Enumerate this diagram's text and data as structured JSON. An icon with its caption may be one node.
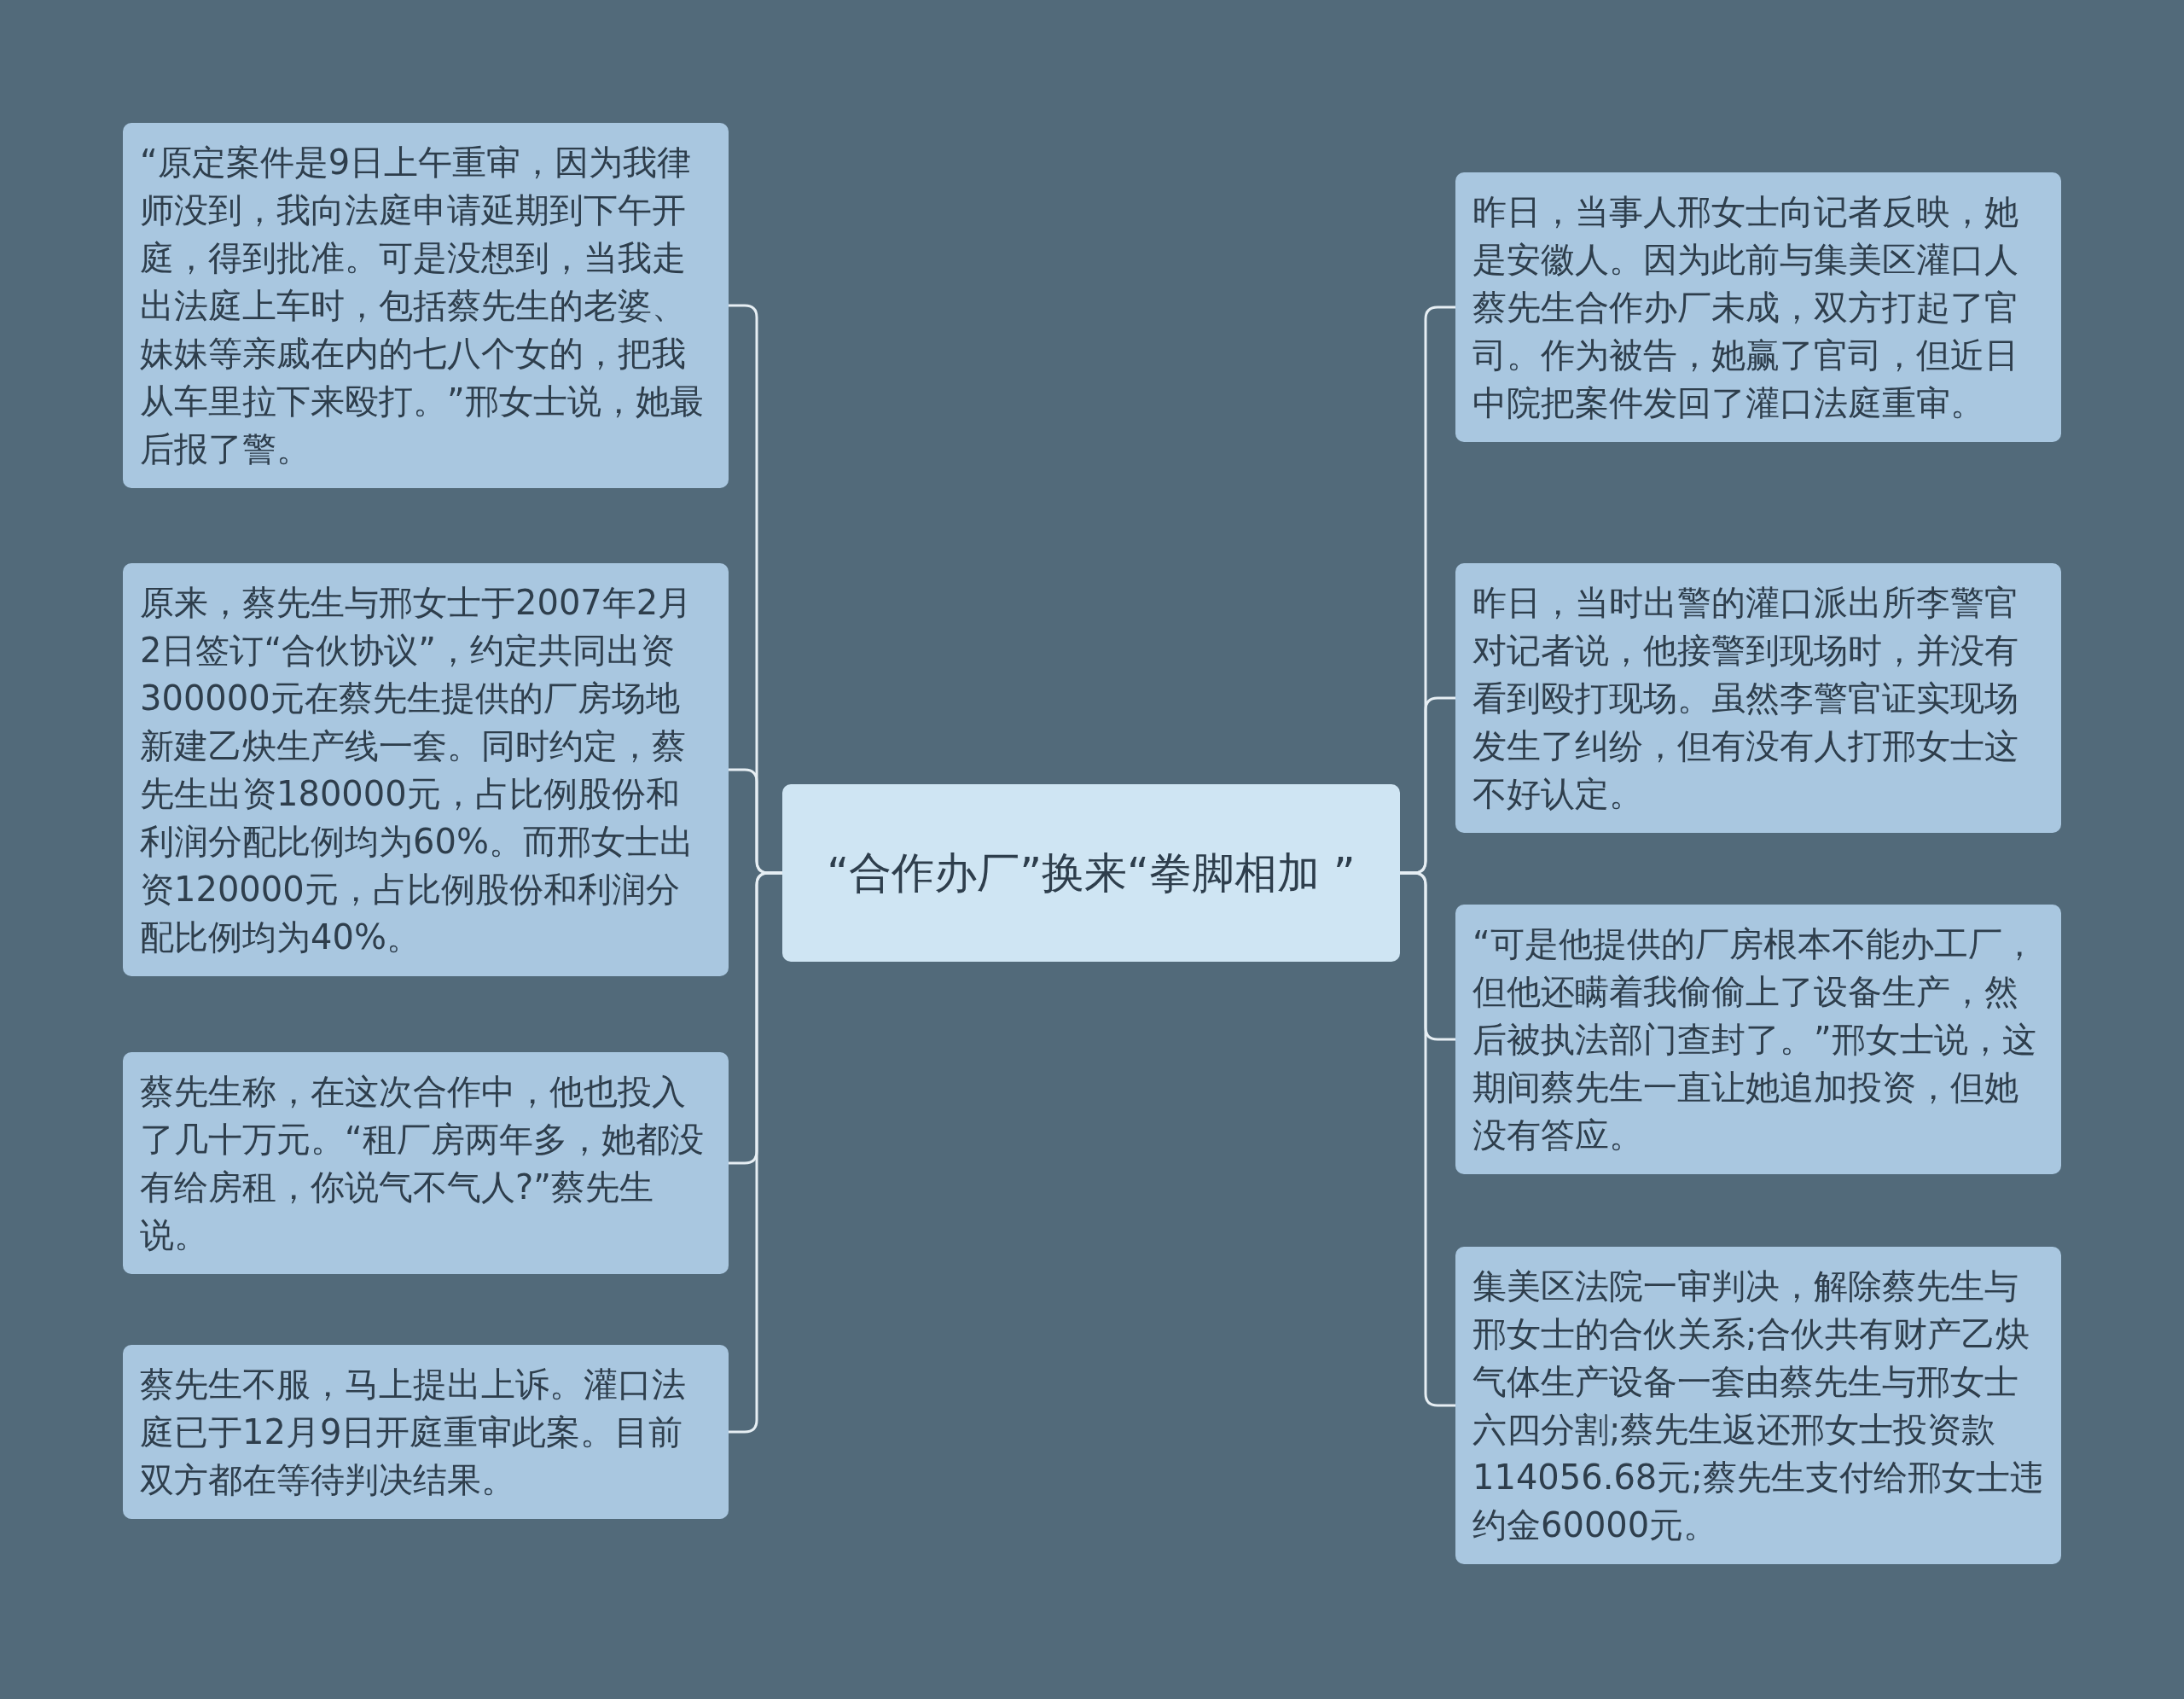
{
  "diagram": {
    "nodes": [
      {
        "text": [
          "“合作办厂”换来“拳脚相加 ”"
        ]
      },
      {
        "text": [
          "“原定案件是9日上午重审，因为我律师没到，我向法庭申请延期到下午开庭，得到批准。可是没想到，当我走出法庭上车时，包括蔡先生的老婆、妹妹等亲戚在内的七八个女的，把我从车里拉下来殴打。”邢女士说，她最后报了警。"
        ]
      },
      {
        "text": [
          "原来，蔡先生与邢女士于2007年2月2日签订“合伙协议”，约定共同出资300000元在蔡先生提供的厂房场地新建乙炔生产线一套。同时约定，蔡先生出资180000元，占比例股份和利润分配比例均为60%。而邢女士出资120000元，占比例股份和利润分配比例均为40%。"
        ]
      },
      {
        "text": [
          "蔡先生称，在这次合作中，他也投入了几十万元。“租厂房两年多，她都没有给房租，你说气不气人?”蔡先生说。"
        ]
      },
      {
        "text": [
          "蔡先生不服，马上提出上诉。灌口法庭已于12月9日开庭重审此案。目前双方都在等待判决结果。"
        ]
      },
      {
        "text": [
          "昨日，当事人邢女士向记者反映，她是安徽人。因为此前与集美区灌口人蔡先生合作办厂未成，双方打起了官司。作为被告，她赢了官司，但近日中院把案件发回了灌口法庭重审。"
        ]
      },
      {
        "text": [
          "昨日，当时出警的灌口派出所李警官对记者说，他接警到现场时，并没有看到殴打现场。虽然李警官证实现场发生了纠纷，但有没有人打邢女士这不好认定。"
        ]
      },
      {
        "text": [
          "“可是他提供的厂房根本不能办工厂，但他还瞒着我偷偷上了设备生产，然后被执法部门查封了。”邢女士说，这期间蔡先生一直让她追加投资，但她没有答应。"
        ]
      },
      {
        "text": [
          "集美区法院一审判决，解除蔡先生与邢女士的合伙关系;合伙共有财产乙炔气体生产设备一套由蔡先生与邢女士六四分割;蔡先生返还邢女士投资款114056.68元;蔡先生支付给邢女士违约金60000元。"
        ]
      }
    ],
    "edges": [
      {
        "from": 0,
        "to": 1,
        "arrow": "none"
      },
      {
        "from": 0,
        "to": 2,
        "arrow": "none"
      },
      {
        "from": 0,
        "to": 3,
        "arrow": "none"
      },
      {
        "from": 0,
        "to": 4,
        "arrow": "none"
      },
      {
        "from": 0,
        "to": 5,
        "arrow": "none"
      },
      {
        "from": 0,
        "to": 6,
        "arrow": "none"
      },
      {
        "from": 0,
        "to": 7,
        "arrow": "none"
      },
      {
        "from": 0,
        "to": 8,
        "arrow": "none"
      }
    ]
  }
}
